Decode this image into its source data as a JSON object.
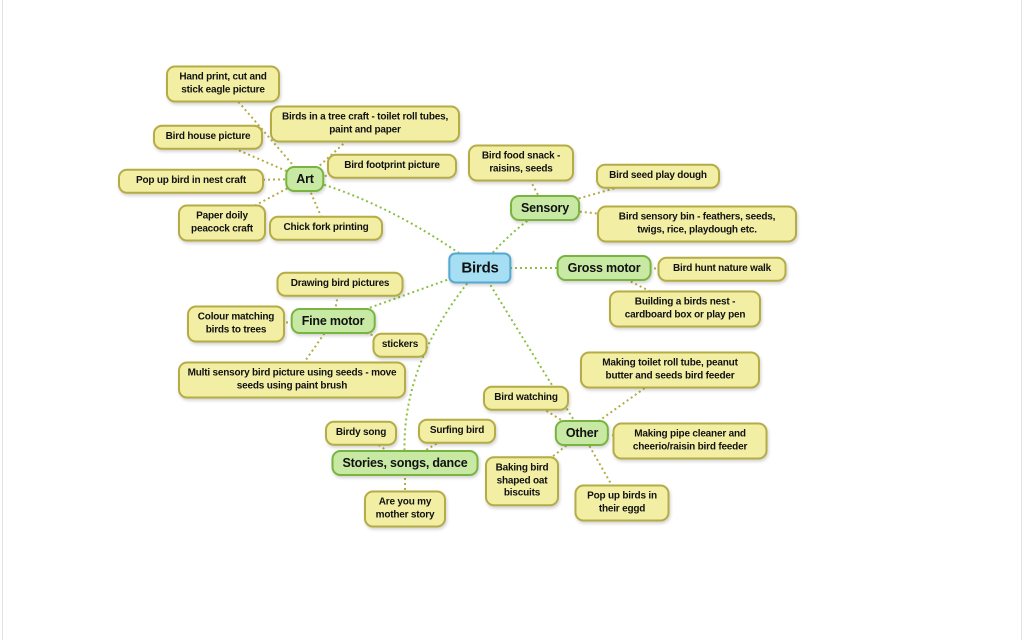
{
  "mindmap": {
    "center": {
      "label": "Birds"
    },
    "branches": [
      {
        "label": "Art",
        "children": [
          "Hand print, cut and stick eagle picture",
          "Birds in a tree craft - toilet roll tubes, paint and paper",
          "Bird house picture",
          "Bird footprint picture",
          "Pop up bird in nest craft",
          "Paper doily peacock craft",
          "Chick fork printing"
        ]
      },
      {
        "label": "Sensory",
        "children": [
          "Bird food snack - raisins, seeds",
          "Bird seed play dough",
          "Bird sensory bin - feathers, seeds, twigs, rice, playdough etc."
        ]
      },
      {
        "label": "Gross motor",
        "children": [
          "Bird hunt nature walk",
          "Building a birds nest - cardboard box or play pen"
        ]
      },
      {
        "label": "Fine motor",
        "children": [
          "Drawing bird pictures",
          "Colour matching birds to trees",
          "stickers",
          "Multi sensory bird picture using seeds - move seeds using paint brush"
        ]
      },
      {
        "label": "Stories, songs, dance",
        "children": [
          "Birdy song",
          "Surfing bird",
          "Are you my mother story"
        ]
      },
      {
        "label": "Other",
        "children": [
          "Bird watching",
          "Making toilet roll tube, peanut butter and seeds bird feeder",
          "Making pipe cleaner and cheerio/raisin bird feeder",
          "Baking bird shaped oat biscuits",
          "Pop up birds in their eggd"
        ]
      }
    ],
    "colors": {
      "leaf_fill": "#F2EFA5",
      "leaf_border": "#B5AC45",
      "branch_fill": "#C8E9A3",
      "branch_border": "#79B440",
      "center_fill": "#A6DEF4",
      "center_border": "#55A9D0",
      "line_center_to_branch": "#8BC043",
      "line_branch_to_leaf": "#B5AC45"
    }
  }
}
